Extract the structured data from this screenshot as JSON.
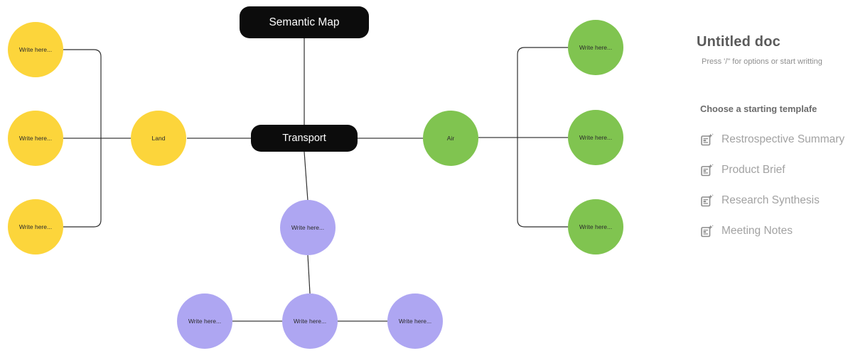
{
  "canvas": {
    "root": {
      "label": "Semantic Map"
    },
    "hub": {
      "label": "Transport"
    },
    "branch_left": {
      "label": "Land"
    },
    "branch_right": {
      "label": "Air"
    },
    "placeholder": "Write here...",
    "colors": {
      "yellow": "#FCD53B",
      "green": "#80C450",
      "purple": "#AEA6F2",
      "topic_black": "#0C0C0C",
      "line": "#2F2F2F"
    },
    "edges": [
      [
        "semantic-map",
        "transport"
      ],
      [
        "transport",
        "land"
      ],
      [
        "transport",
        "air"
      ],
      [
        "land",
        "yellow-top"
      ],
      [
        "land",
        "yellow-middle"
      ],
      [
        "land",
        "yellow-bottom"
      ],
      [
        "air",
        "green-top"
      ],
      [
        "air",
        "green-middle"
      ],
      [
        "air",
        "green-bottom"
      ],
      [
        "transport",
        "purple-middle"
      ],
      [
        "purple-middle",
        "purple-bottom-center"
      ],
      [
        "purple-bottom-center",
        "purple-bottom-left"
      ],
      [
        "purple-bottom-center",
        "purple-bottom-right"
      ]
    ]
  },
  "panel": {
    "title": "Untitled doc",
    "hint": "Press '/\" for options or start writting",
    "section_heading": "Choose a starting templafe",
    "templates": [
      {
        "label": "Restrospective Summary",
        "icon": "doc-sparkle-icon"
      },
      {
        "label": "Product Brief",
        "icon": "doc-sparkle-icon"
      },
      {
        "label": "Research Synthesis",
        "icon": "doc-sparkle-icon"
      },
      {
        "label": "Meeting Notes",
        "icon": "doc-sparkle-icon"
      }
    ]
  }
}
